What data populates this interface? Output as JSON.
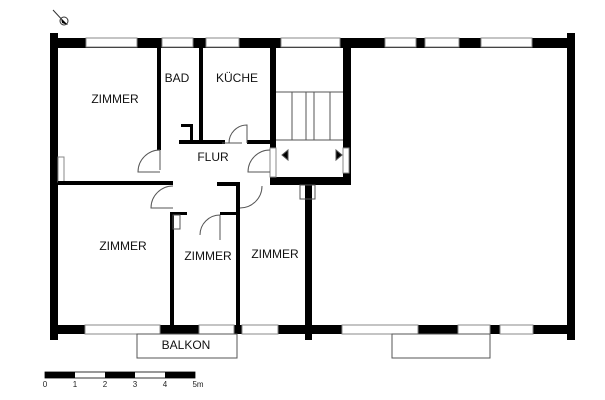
{
  "compass": {
    "icon": "north-arrow-icon"
  },
  "rooms": {
    "zimmer_top_left": "ZIMMER",
    "bad": "BAD",
    "kueche": "KÜCHE",
    "flur": "FLUR",
    "zimmer_bottom_left": "ZIMMER",
    "zimmer_bottom_middle": "ZIMMER",
    "zimmer_bottom_right": "ZIMMER",
    "balkon": "BALKON"
  },
  "scale_bar": {
    "labels": [
      "0",
      "1",
      "2",
      "3",
      "4",
      "5m"
    ],
    "colors": {
      "filled": "#000000",
      "empty": "#ffffff"
    }
  },
  "colors": {
    "wall": "#000000",
    "window_outline": "#888888",
    "background": "#ffffff"
  }
}
